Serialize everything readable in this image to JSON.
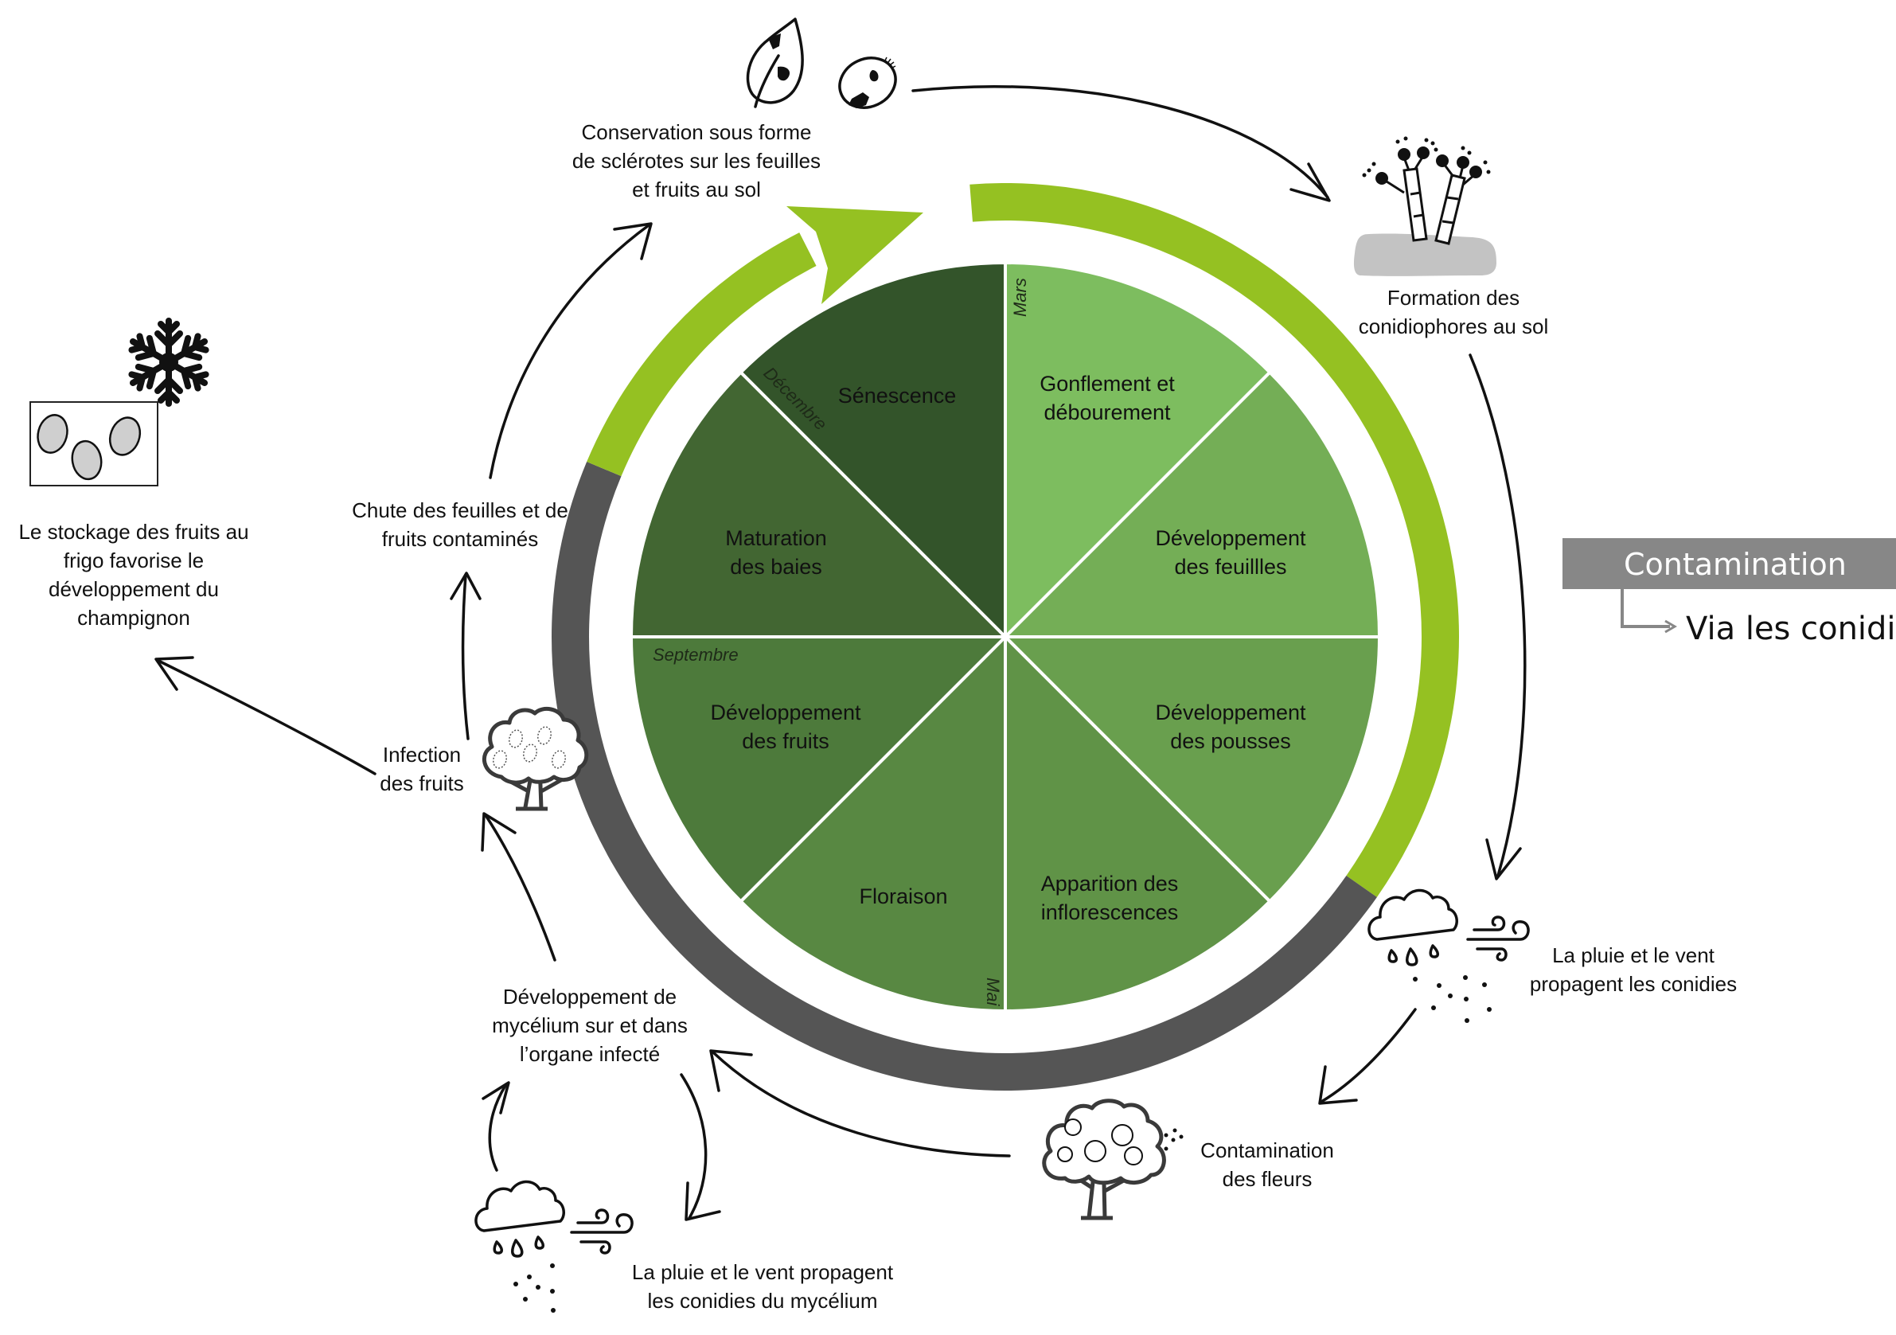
{
  "wheel": {
    "slices": [
      {
        "label_lines": [
          "Gonflement et",
          "débourement"
        ],
        "color": "#7dbd5f"
      },
      {
        "label_lines": [
          "Développement",
          "des feuillles"
        ],
        "color": "#74ae56"
      },
      {
        "label_lines": [
          "Développement",
          "des pousses"
        ],
        "color": "#699f4e"
      },
      {
        "label_lines": [
          "Apparition des",
          "inflorescences"
        ],
        "color": "#609347"
      },
      {
        "label_lines": [
          "Floraison"
        ],
        "color": "#588842"
      },
      {
        "label_lines": [
          "Développement",
          "des fruits"
        ],
        "color": "#4d7a3b"
      },
      {
        "label_lines": [
          "Maturation",
          "des baies"
        ],
        "color": "#426632"
      },
      {
        "label_lines": [
          "Sénescence"
        ],
        "color": "#33542a"
      }
    ],
    "months": {
      "mars": "Mars",
      "mai": "Mai",
      "septembre": "Septembre",
      "decembre": "Décembre"
    },
    "ring_colors": {
      "active": "#95c122",
      "inactive": "#555555"
    }
  },
  "steps": {
    "conservation": [
      "Conservation sous forme",
      "de sclérotes sur les feuilles",
      "et fruits au sol"
    ],
    "formation": [
      "Formation des",
      "conidiophores au sol"
    ],
    "rain_wind_right": [
      "La pluie et le vent",
      "propagent les conidies"
    ],
    "contamination_fleurs": [
      "Contamination",
      "des fleurs"
    ],
    "mycelium": [
      "Développement de",
      "mycélium sur et dans",
      "l’organe infecté"
    ],
    "rain_wind_bottom": [
      "La pluie et le vent propagent",
      "les conidies du mycélium"
    ],
    "infection": [
      "Infection",
      "des fruits"
    ],
    "chute": [
      "Chute des feuilles et de",
      "fruits contaminés"
    ],
    "stockage": [
      "Le stockage des fruits au",
      "frigo favorise le",
      "développement du",
      "champignon"
    ]
  },
  "legend": {
    "title": "Contamination",
    "subtitle": "Via les conidies",
    "box_color": "#878787"
  },
  "icons": {
    "leaf": "leaf-with-sclerotia-icon",
    "fruit": "fruit-with-sclerotia-icon",
    "conidiophores": "conidiophores-icon",
    "rain_cloud": "rain-cloud-icon",
    "wind": "wind-icon",
    "flowering_tree": "flowering-tree-icon",
    "fruit_tree": "fruit-tree-icon",
    "snowflake": "snowflake-icon",
    "fridge_fruits": "stored-fruits-icon"
  }
}
